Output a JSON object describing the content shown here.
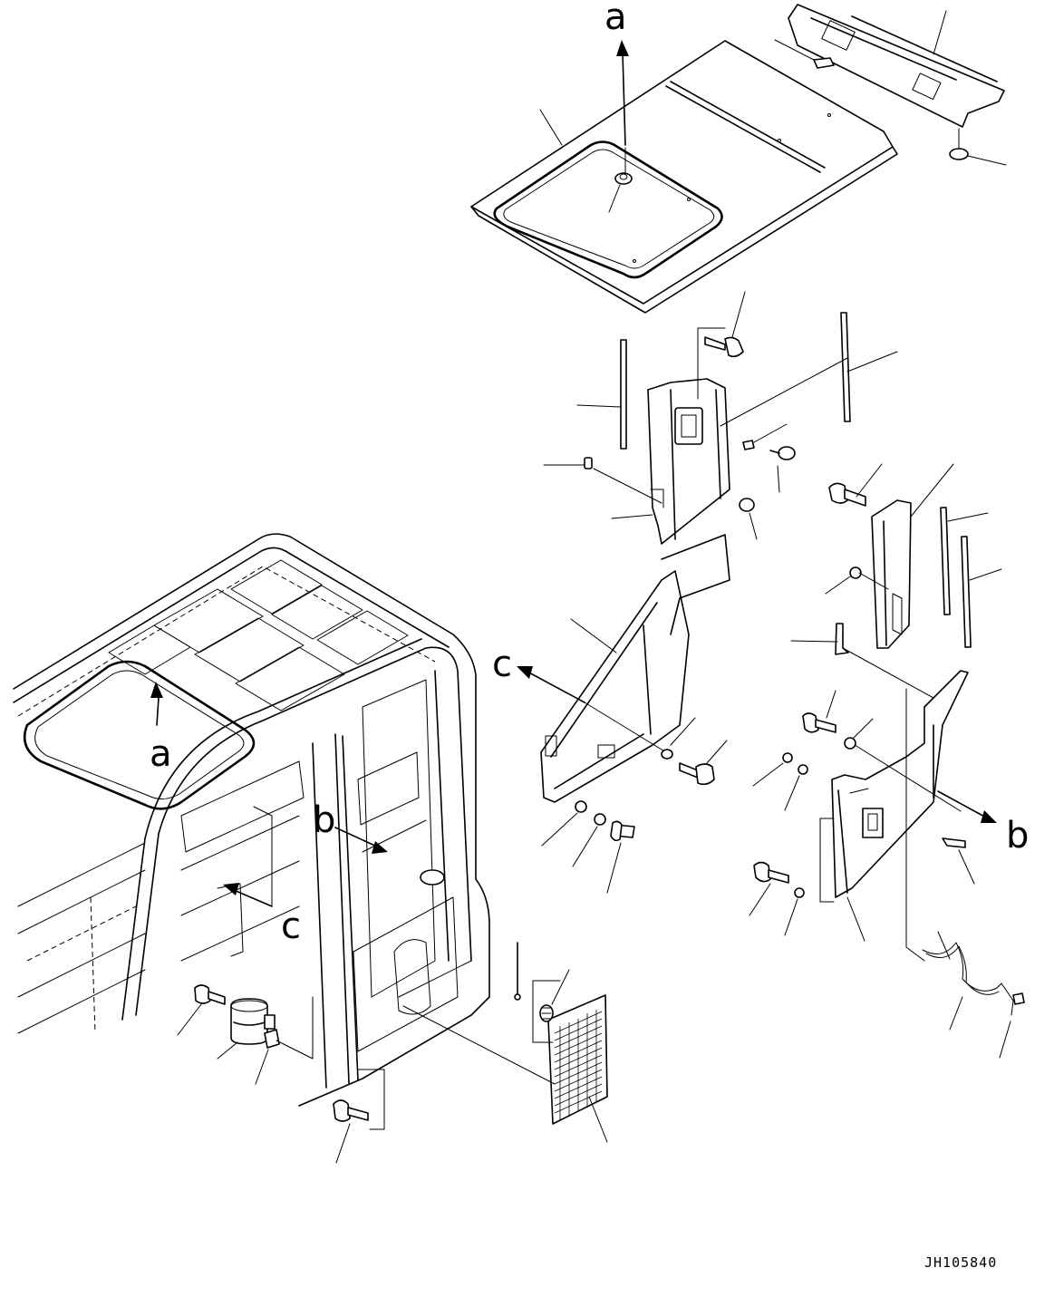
{
  "view_labels": {
    "a_top": "a",
    "a_cab": "a",
    "b_cab": "b",
    "b_panel": "b",
    "c_panel": "c",
    "c_cab": "c"
  },
  "drawing_code": "JH105840"
}
